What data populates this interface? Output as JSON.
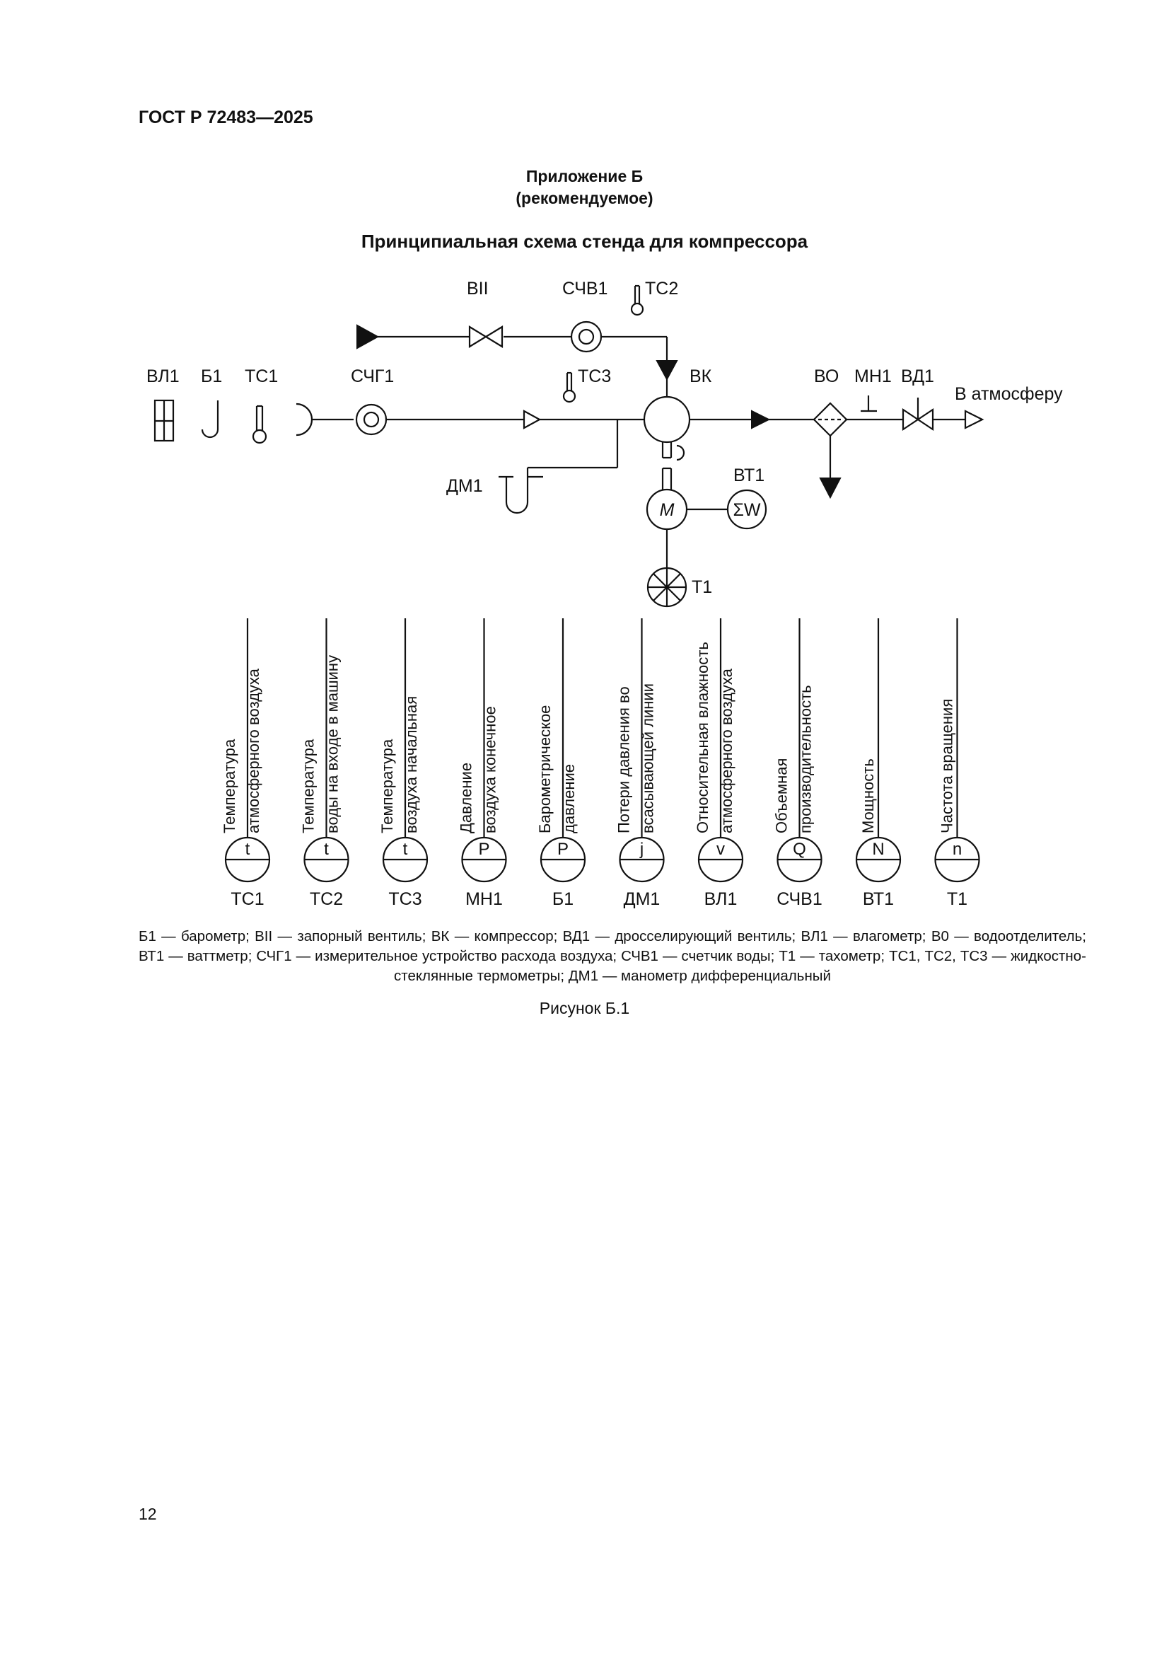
{
  "header": "ГОСТ Р 72483—2025",
  "appendix": {
    "line1": "Приложение Б",
    "line2": "(рекомендуемое)"
  },
  "title": "Принципиальная схема стенда для компрессора",
  "diagram": {
    "labels": {
      "vl1": "ВЛ1",
      "b1": "Б1",
      "tc1": "ТС1",
      "schg1": "СЧГ1",
      "tc3": "ТС3",
      "vii": "ВII",
      "schv1": "СЧВ1",
      "tc2": "ТС2",
      "vk": "ВК",
      "vo": "ВО",
      "mn1": "МН1",
      "vd1": "ВД1",
      "atm": "В атмосферу",
      "dm1": "ДМ1",
      "vt1": "ВТ1",
      "t1": "Т1",
      "motor": "M",
      "wattmeter": "ΣW"
    },
    "gauges": [
      {
        "letter": "t",
        "code": "ТС1",
        "line1": "Температура",
        "line2": "атмосферного воздуха"
      },
      {
        "letter": "t",
        "code": "ТС2",
        "line1": "Температура",
        "line2": "воды на входе в машину"
      },
      {
        "letter": "t",
        "code": "ТС3",
        "line1": "Температура",
        "line2": "воздуха начальная"
      },
      {
        "letter": "P",
        "code": "МН1",
        "line1": "Давление",
        "line2": "воздуха конечное"
      },
      {
        "letter": "P",
        "code": "Б1",
        "line1": "Барометрическое",
        "line2": "давление"
      },
      {
        "letter": "j",
        "code": "ДМ1",
        "line1": "Потери давления во",
        "line2": "всасывающей линии"
      },
      {
        "letter": "v",
        "code": "ВЛ1",
        "line1": "Относительная влажность",
        "line2": "атмосферного воздуха"
      },
      {
        "letter": "Q",
        "code": "СЧВ1",
        "line1": "Объемная",
        "line2": "производительность"
      },
      {
        "letter": "N",
        "code": "ВТ1",
        "line1": "Мощность",
        "line2": ""
      },
      {
        "letter": "n",
        "code": "Т1",
        "line1": "Частота вращения",
        "line2": ""
      }
    ]
  },
  "legend": "Б1 — барометр; ВII — запорный вентиль; ВК — компрессор; ВД1 — дросселирующий вентиль; ВЛ1 — влагометр; В0 — водоотделитель; ВТ1 — ваттметр; СЧГ1 — измерительное устройство расхода воздуха; СЧВ1 — счетчик воды; Т1 — тахометр; ТС1, ТС2, ТС3 — жидкостно-стеклянные термометры; ДМ1 — манометр дифференциальный",
  "caption": "Рисунок Б.1",
  "page_number": "12"
}
